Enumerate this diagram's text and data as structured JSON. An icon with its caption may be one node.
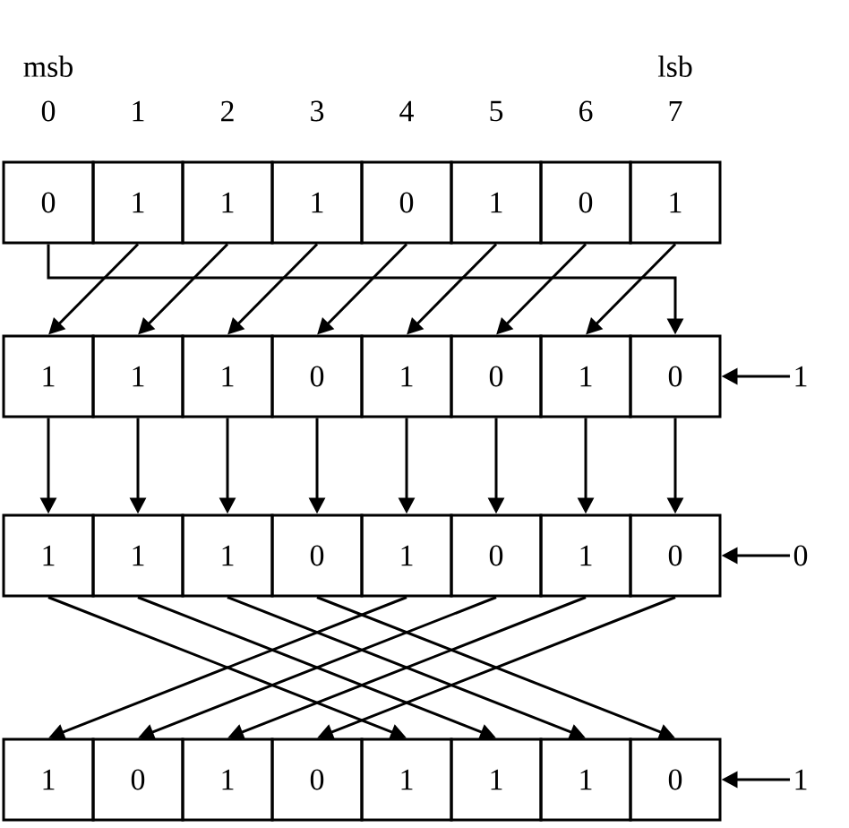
{
  "diagram": {
    "nodes": [
      {
        "text": [
          "0"
        ]
      },
      {
        "text": [
          "1"
        ]
      },
      {
        "text": [
          "1"
        ]
      },
      {
        "text": [
          "1"
        ]
      },
      {
        "text": [
          "0"
        ]
      },
      {
        "text": [
          "1"
        ]
      },
      {
        "text": [
          "0"
        ]
      },
      {
        "text": [
          "1"
        ]
      },
      {
        "text": [
          "1"
        ]
      },
      {
        "text": [
          "1"
        ]
      },
      {
        "text": [
          "1"
        ]
      },
      {
        "text": [
          "0"
        ]
      },
      {
        "text": [
          "1"
        ]
      },
      {
        "text": [
          "0"
        ]
      },
      {
        "text": [
          "1"
        ]
      },
      {
        "text": [
          "0"
        ]
      },
      {
        "text": [
          "1"
        ]
      },
      {
        "text": [
          "1"
        ]
      },
      {
        "text": [
          "1"
        ]
      },
      {
        "text": [
          "0"
        ]
      },
      {
        "text": [
          "1"
        ]
      },
      {
        "text": [
          "0"
        ]
      },
      {
        "text": [
          "1"
        ]
      },
      {
        "text": [
          "0"
        ]
      },
      {
        "text": [
          "1"
        ]
      },
      {
        "text": [
          "0"
        ]
      },
      {
        "text": [
          "1"
        ]
      },
      {
        "text": [
          "0"
        ]
      },
      {
        "text": [
          "1"
        ]
      },
      {
        "text": [
          "1"
        ]
      },
      {
        "text": [
          "1"
        ]
      },
      {
        "text": [
          "0"
        ]
      },
      {
        "text": [
          "1"
        ]
      },
      {
        "text": [
          "0"
        ]
      },
      {
        "text": [
          "1"
        ]
      }
    ],
    "edges": [
      {
        "from": 0,
        "to": 15,
        "arrow": "to"
      },
      {
        "from": 1,
        "to": 8,
        "arrow": "to"
      },
      {
        "from": 2,
        "to": 9,
        "arrow": "to"
      },
      {
        "from": 3,
        "to": 10,
        "arrow": "to"
      },
      {
        "from": 4,
        "to": 11,
        "arrow": "to"
      },
      {
        "from": 5,
        "to": 12,
        "arrow": "to"
      },
      {
        "from": 6,
        "to": 13,
        "arrow": "to"
      },
      {
        "from": 7,
        "to": 14,
        "arrow": "to"
      },
      {
        "from": 8,
        "to": 16,
        "arrow": "to"
      },
      {
        "from": 9,
        "to": 17,
        "arrow": "to"
      },
      {
        "from": 10,
        "to": 18,
        "arrow": "to"
      },
      {
        "from": 11,
        "to": 19,
        "arrow": "to"
      },
      {
        "from": 12,
        "to": 20,
        "arrow": "to"
      },
      {
        "from": 13,
        "to": 21,
        "arrow": "to"
      },
      {
        "from": 14,
        "to": 22,
        "arrow": "to"
      },
      {
        "from": 15,
        "to": 23,
        "arrow": "to"
      },
      {
        "from": 16,
        "to": 28,
        "arrow": "to"
      },
      {
        "from": 17,
        "to": 29,
        "arrow": "to"
      },
      {
        "from": 18,
        "to": 30,
        "arrow": "to"
      },
      {
        "from": 19,
        "to": 31,
        "arrow": "to"
      },
      {
        "from": 20,
        "to": 24,
        "arrow": "to"
      },
      {
        "from": 21,
        "to": 25,
        "arrow": "to"
      },
      {
        "from": 22,
        "to": 26,
        "arrow": "to"
      },
      {
        "from": 23,
        "to": 27,
        "arrow": "to"
      },
      {
        "from": 32,
        "to": 15,
        "arrow": "to"
      },
      {
        "from": 33,
        "to": 23,
        "arrow": "to"
      },
      {
        "from": 34,
        "to": 31,
        "arrow": "to"
      }
    ],
    "labels": [
      "msb",
      "lsb",
      "0",
      "1",
      "2",
      "3",
      "4",
      "5",
      "6",
      "7"
    ]
  }
}
